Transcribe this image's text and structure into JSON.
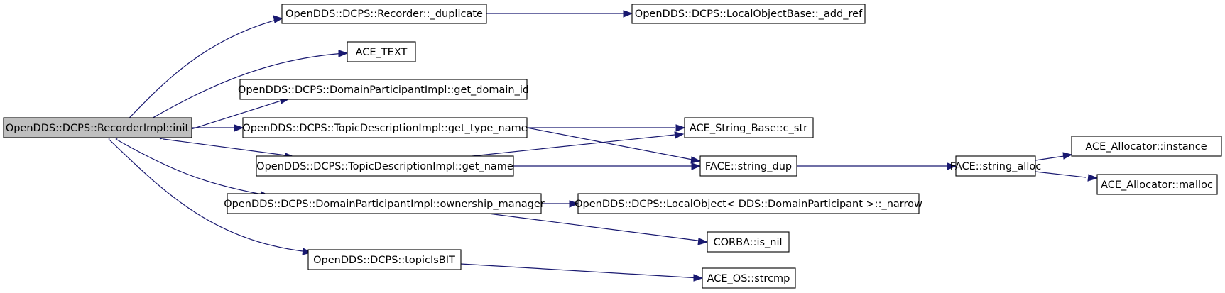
{
  "diagram": {
    "type": "call-graph",
    "colors": {
      "edge": "#191970",
      "root_fill": "#bfbfbf",
      "node_fill": "#ffffff",
      "border": "#000000"
    },
    "nodes": [
      {
        "id": "root",
        "label": "OpenDDS::DCPS::RecorderImpl::init"
      },
      {
        "id": "dup",
        "label": "OpenDDS::DCPS::Recorder::_duplicate"
      },
      {
        "id": "addref",
        "label": "OpenDDS::DCPS::LocalObjectBase::_add_ref"
      },
      {
        "id": "acetext",
        "label": "ACE_TEXT"
      },
      {
        "id": "getdomain",
        "label": "OpenDDS::DCPS::DomainParticipantImpl::get_domain_id"
      },
      {
        "id": "gettype",
        "label": "OpenDDS::DCPS::TopicDescriptionImpl::get_type_name"
      },
      {
        "id": "cstr",
        "label": "ACE_String_Base::c_str"
      },
      {
        "id": "getname",
        "label": "OpenDDS::DCPS::TopicDescriptionImpl::get_name"
      },
      {
        "id": "strdup",
        "label": "FACE::string_dup"
      },
      {
        "id": "stralloc",
        "label": "FACE::string_alloc"
      },
      {
        "id": "instance",
        "label": "ACE_Allocator::instance"
      },
      {
        "id": "malloc",
        "label": "ACE_Allocator::malloc"
      },
      {
        "id": "ownmgr",
        "label": "OpenDDS::DCPS::DomainParticipantImpl::ownership_manager"
      },
      {
        "id": "narrow",
        "label": "OpenDDS::DCPS::LocalObject< DDS::DomainParticipant >::_narrow"
      },
      {
        "id": "isnil",
        "label": "CORBA::is_nil"
      },
      {
        "id": "topicbit",
        "label": "OpenDDS::DCPS::topicIsBIT"
      },
      {
        "id": "strcmp",
        "label": "ACE_OS::strcmp"
      }
    ],
    "edges": [
      [
        "root",
        "dup"
      ],
      [
        "root",
        "acetext"
      ],
      [
        "root",
        "getdomain"
      ],
      [
        "root",
        "gettype"
      ],
      [
        "root",
        "getname"
      ],
      [
        "root",
        "ownmgr"
      ],
      [
        "root",
        "topicbit"
      ],
      [
        "dup",
        "addref"
      ],
      [
        "gettype",
        "cstr"
      ],
      [
        "gettype",
        "strdup"
      ],
      [
        "getname",
        "cstr"
      ],
      [
        "getname",
        "strdup"
      ],
      [
        "strdup",
        "stralloc"
      ],
      [
        "stralloc",
        "instance"
      ],
      [
        "stralloc",
        "malloc"
      ],
      [
        "ownmgr",
        "narrow"
      ],
      [
        "ownmgr",
        "isnil"
      ],
      [
        "topicbit",
        "strcmp"
      ]
    ]
  }
}
